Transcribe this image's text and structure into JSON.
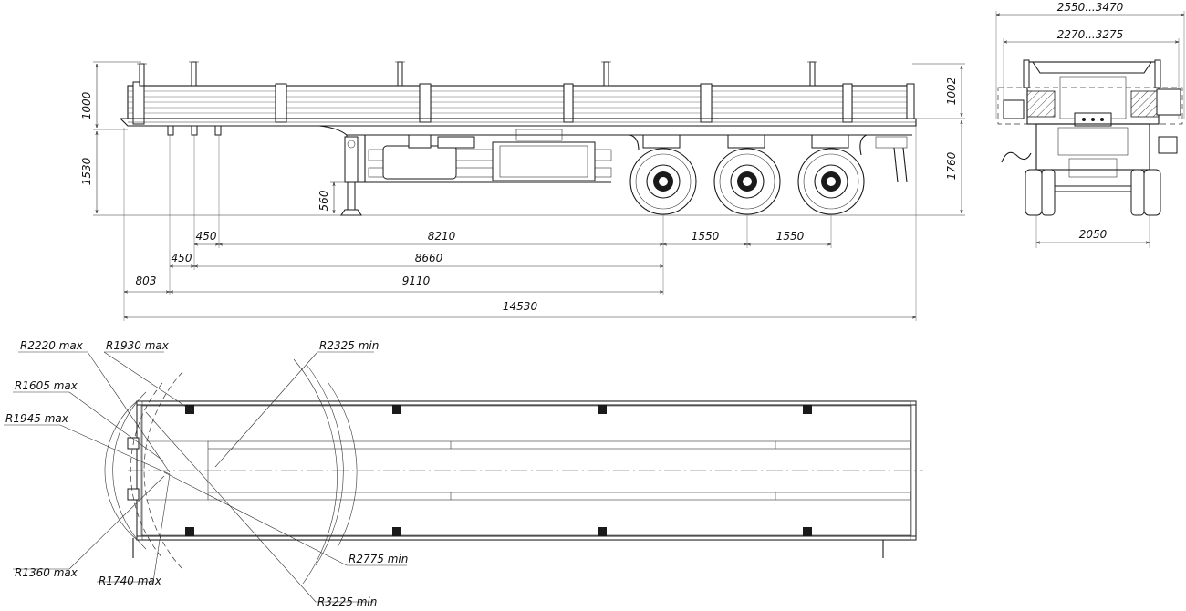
{
  "side_view": {
    "dims": {
      "h_body": "1000",
      "h_deck": "1530",
      "h_leg": "560",
      "h_total": "1760",
      "h_side": "1002",
      "l_450a": "450",
      "l_8210": "8210",
      "l_1550a": "1550",
      "l_1550b": "1550",
      "l_450b": "450",
      "l_8660": "8660",
      "l_803": "803",
      "l_9110": "9110",
      "l_14530": "14530"
    }
  },
  "rear_view": {
    "dims": {
      "w_outer": "2550...3470",
      "w_inner": "2270...3275",
      "w_track": "2050"
    }
  },
  "top_view": {
    "radii": {
      "r2220": "R2220 max",
      "r1930": "R1930 max",
      "r2325": "R2325 min",
      "r1605": "R1605 max",
      "r1945": "R1945 max",
      "r1360": "R1360 max",
      "r1740": "R1740 max",
      "r2775": "R2775 min",
      "r3225": "R3225 min"
    }
  }
}
